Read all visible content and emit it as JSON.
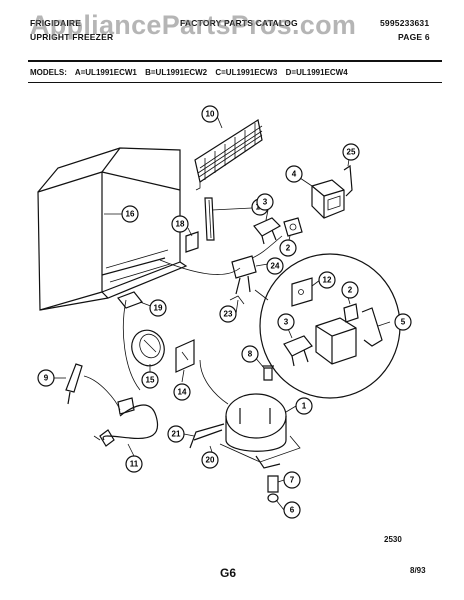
{
  "header": {
    "brand": "FRIGIDAIRE",
    "doc_title": "FACTORY PARTS CATALOG",
    "doc_subtitle": "UPRIGHT FREEZER",
    "catalog_number": "5995233631",
    "page_number": "PAGE 6",
    "watermark": "AppliancePartsPros.com"
  },
  "models": {
    "label": "MODELS:",
    "items": [
      "A=UL1991ECW1",
      "B=UL1991ECW2",
      "C=UL1991ECW3",
      "D=UL1991ECW4"
    ]
  },
  "diagram": {
    "callouts": [
      "10",
      "25",
      "4",
      "16",
      "17",
      "18",
      "3",
      "2",
      "24",
      "12",
      "2",
      "5",
      "3",
      "19",
      "23",
      "8",
      "15",
      "14",
      "9",
      "1",
      "21",
      "20",
      "11",
      "7",
      "6"
    ],
    "figure_number": "2530"
  },
  "footer": {
    "page_code": "G6",
    "date": "8/93"
  }
}
